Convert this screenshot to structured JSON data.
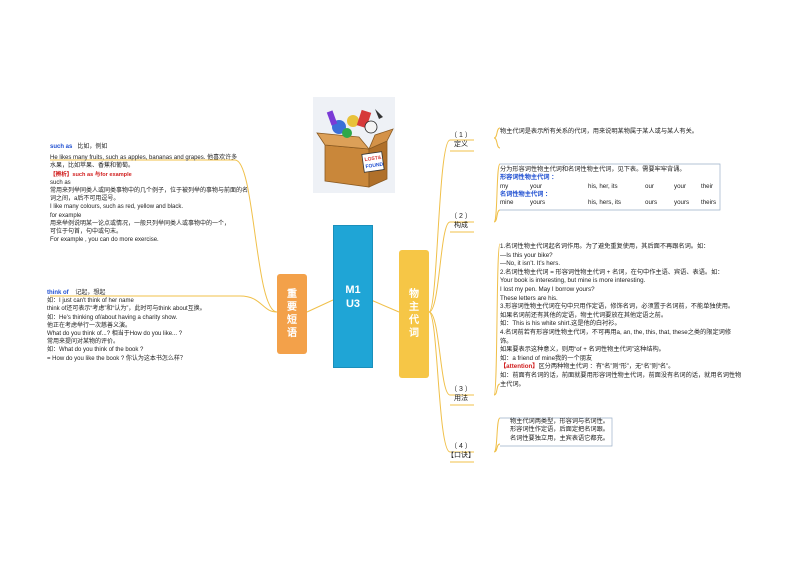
{
  "center": {
    "line1": "M1",
    "line2": "U3"
  },
  "left_branch": {
    "chars": [
      "重",
      "要",
      "短",
      "语"
    ]
  },
  "right_branch": {
    "chars": [
      "物",
      "主",
      "代",
      "词"
    ]
  },
  "illustration": {
    "sign_line1": "LOST&",
    "sign_line2": "FOUND"
  },
  "left_notes": {
    "such_as": {
      "title": "such as",
      "meaning": "比如，例如",
      "lines": [
        "He likes many fruits, such as apples, bananas and grapes.  他喜欢许多",
        "水果，比如苹果、香蕉和葡萄。"
      ],
      "compare_label": "【辨析】such as 与for example",
      "compare_lines": [
        "such as",
        "常用来列举同类人或同类事物中的几个例子，位于被列举的事物与前面的名",
        "词之间，a后不可用逗号。",
        "I like many colours, such as red, yellow and black.",
        "for example",
        "用来举例说明某一论点或情况，一般只列举同类人或事物中的一个，",
        "可位于句首，句中或句末。",
        "For example , you can do more exercise."
      ]
    },
    "think_of": {
      "title": "think of",
      "meaning": "记起，想起",
      "lines": [
        "如：I just can't think of her name",
        "think of还可表示“考虑”和“认为”，此时可与think about互换。",
        "如：He's thinking of/about having a charity show.",
        " 他正在考虑举行一次慈善义演。",
        "What do you think of...? 相当于How do you like... ?",
        "常用来提问对某物的评价。",
        "如：What do you think of the book ?",
        " = How do you like the book ?      你认为这本书怎么样？"
      ]
    }
  },
  "right_nodes": [
    {
      "num": "（ 1 ）",
      "label": "定义"
    },
    {
      "num": "（ 2 ）",
      "label": "构成"
    },
    {
      "num": "（ 3 ）",
      "label": "用法"
    },
    {
      "num": "（ 4 ）",
      "label": "【口诀】"
    }
  ],
  "definition": {
    "text": "物主代词是表示所有关系的代词，用来说明某物属于某人或与某人有关。"
  },
  "structure": {
    "intro": "分为形容词性物主代词和名词性物主代词，见下表。需要牢牢背诵。",
    "adj_label": "形容词性物主代词 ：",
    "adj_row": [
      "my",
      "your",
      "his, her, its",
      "our",
      "your",
      "their"
    ],
    "noun_label": "名词性物主代词 ：",
    "noun_row": [
      "mine",
      "yours",
      "his, hers, its",
      "ours",
      "yours",
      "theirs"
    ]
  },
  "usage": {
    "lines": [
      "1.名词性物主代词起名词作用。为了避免重复使用，其后面不再跟名词。如：",
      "—Is this your bike?",
      "—No, it isn’t. It’s hers.",
      "2.名词性物主代词 = 形容词性物主代词 + 名词，在句中作主语、宾语、表语。如：",
      "Your book is interesting, but mine is more interesting.",
      "I lost my pen. May I borrow yours?",
      "These letters are his.",
      "3.形容词性物主代词在句中只用作定语，修饰名词，必须置于名词前，不能单独使用。",
      "如果名词前还有其他的定语，物主代词要放在其他定语之前。",
      "如：This is his white shirt.这是他的白衬衫。",
      "4.名词前若有形容词性物主代词，不可再用a, an, the, this, that, these之类的限定词修",
      "饰。",
      "如果要表示这种意义，则用“of + 名词性物主代词”这种结构。",
      "如：a friend of mine我的一个朋友"
    ],
    "attention_label": "【attention】",
    "attention_text": "区分两种物主代词 ：有“名”则“形”，无“名”则“名”。",
    "attention_line2": "如：前面有名词的话，前面就要用形容词性物主代词，前面没有名词的话，就用名词性物",
    "attention_line3": "主代词。"
  },
  "rhyme": {
    "lines": [
      "物主代词两类型，形容词与名词性。",
      "形容词性作定语，后面定把名词跟。",
      "名词性要独立用，主宾表语它都充。"
    ]
  },
  "colors": {
    "center": "#1fa5d6",
    "left": "#f3a14a",
    "right": "#f6c646",
    "line": "#f0c04a"
  }
}
